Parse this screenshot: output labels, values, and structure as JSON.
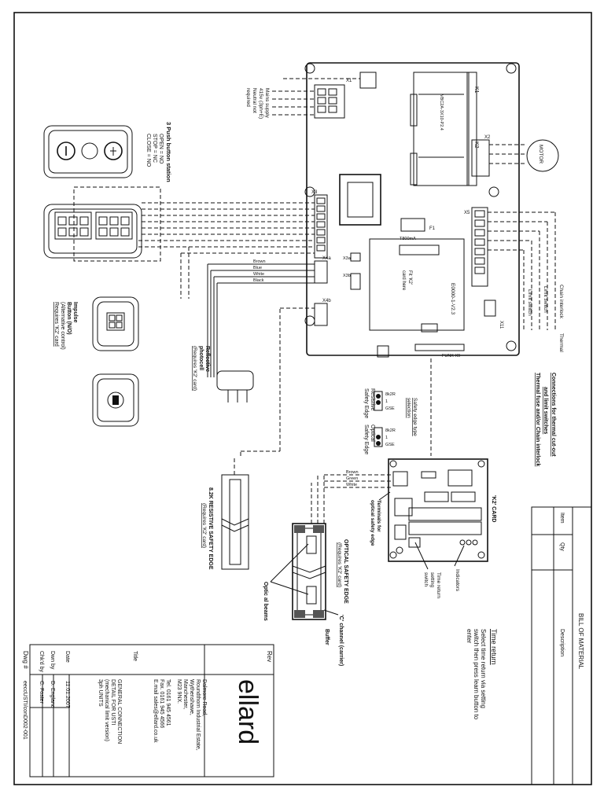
{
  "company": {
    "logo": "ellard",
    "address": [
      "Dalmore Road,",
      "Roundthorn Industrial Estate,",
      "Wythenshawe,",
      "Manchester,",
      "M23 9NX."
    ],
    "contact": [
      "Tel. 0161 945 4561",
      "Fax. 0161 945 4566",
      "E.mail sales@ellard.co.uk"
    ]
  },
  "title_block": {
    "rev_label": "Rev",
    "title_label": "Title",
    "title_lines": [
      "GENERAL CONNECTION",
      "DETAIL FOR USTI",
      "(mechanical limit version)",
      "3ph UNITS"
    ],
    "date_label": "Date",
    "date_value": "11.01.2007",
    "drawn_label": "Dwn by",
    "drawn_value": "D. England",
    "checked_label": "Chk'd by",
    "checked_value": "C. Foster",
    "dwg_label": "Dwg #",
    "dwg_value": "eeccUSTI/conD002-001"
  },
  "bill_of_material": {
    "title": "BILL OF MATERIAL",
    "headers": [
      "Item",
      "Qty",
      "Description"
    ]
  },
  "time_return": {
    "heading": "Time return",
    "lines": [
      "Select time return via setting",
      "switch then press learn button to",
      "enter"
    ]
  },
  "pushbutton": {
    "label": "3 Push button station",
    "lines": [
      "OPEN = NO",
      "STOP = NC",
      "CLOSE = NO"
    ]
  },
  "impulse": {
    "lines": [
      "Impulse",
      "Button (N/O)",
      "(Alternative control)",
      "Requires 'K2' card"
    ]
  },
  "main_board": {
    "mains_lines": [
      "Mains supply",
      "415v (3ph+E)",
      "Neutral not",
      "required"
    ],
    "terminals": [
      "X1",
      "X2",
      "X3",
      "X4a",
      "X4b",
      "X5",
      "X11",
      "X9"
    ],
    "fuse_value": "T800mA",
    "fuse_label": "F1",
    "card_label": "E0000-1-V2.3",
    "fit_card": [
      "Fit 'K2'",
      "card here"
    ],
    "funk_label": "FUNK X9",
    "x3a": "X3a",
    "x3b": "X3b",
    "contactor_k1": "K1",
    "contactor_k2": "K2",
    "contactor_model": "VBC2A-3X10-P2.4",
    "wire_colours": [
      "Brown",
      "Blue",
      "White",
      "Black"
    ]
  },
  "motor": {
    "label": "MOTOR"
  },
  "chain": {
    "lines": [
      "Connections for thermal cut-out",
      "and limit switches",
      "Thermal fuse and/or Chain interlock"
    ],
    "labels": [
      "Chain interlock",
      "Limit switch",
      "Limit switch",
      "Thermal"
    ]
  },
  "edges": {
    "resistive_choice": [
      "8k2R",
      "1",
      "GSE"
    ],
    "resistive_label": [
      "Resistive",
      "Safety Edge"
    ],
    "optical_choice": [
      "8k2R",
      "1",
      "GSE"
    ],
    "optical_label": [
      "Optical",
      "Safety Edge"
    ],
    "selector_note": [
      "Safety edge type",
      "selection"
    ],
    "reflective_label": [
      "Reflective",
      "photocell",
      "(Requires 'K2' card)"
    ],
    "resistive_edge_label": [
      "8.2K RESISTIVE SAFETY EDGE",
      "(Requires 'K2' card)"
    ],
    "optical_edge_label": [
      "OPTICAL SAFETY EDGE",
      "(Requires 'K2' card)"
    ],
    "optic_beams": "Optic al beams",
    "c_channel": "'C' channel (carrier)",
    "buffer": "Buffer"
  },
  "k2_card": {
    "label": "'K2' CARD",
    "wire_colours": [
      "Brown",
      "Green",
      "White"
    ],
    "terminals_note": [
      "Terminals for",
      "optical safety edge"
    ],
    "indicators": "Indicators",
    "time_return": [
      "Time return",
      "setting",
      "switch"
    ]
  }
}
